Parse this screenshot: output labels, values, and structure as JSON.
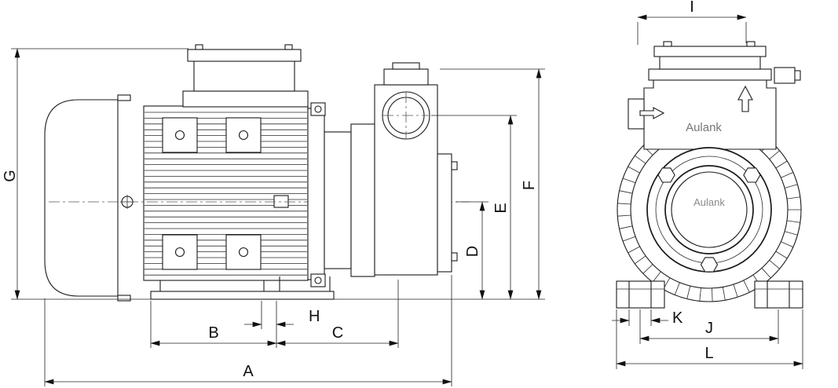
{
  "brand": {
    "housing": "Aulank",
    "center": "Aulank"
  },
  "dims": {
    "A": "A",
    "B": "B",
    "C": "C",
    "D": "D",
    "E": "E",
    "F": "F",
    "G": "G",
    "H": "H",
    "I": "I",
    "J": "J",
    "K": "K",
    "L": "L"
  }
}
